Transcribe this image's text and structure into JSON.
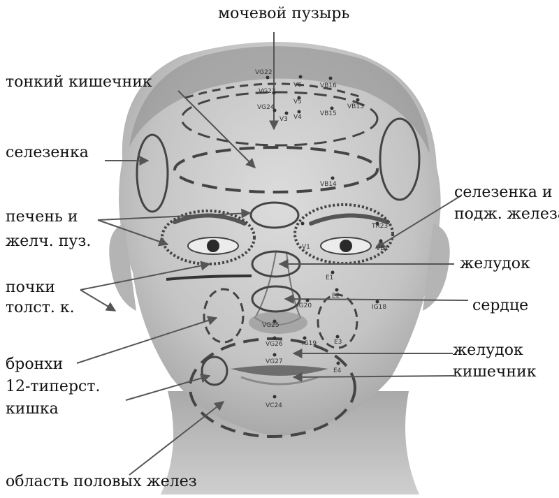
{
  "labels": {
    "bladder": "мочевой пузырь",
    "small_intestine": "тонкий кишечник",
    "spleen_left": "селезенка",
    "liver": [
      "печень и",
      "желч. пуз."
    ],
    "kidneys": [
      "почки",
      "толст. к."
    ],
    "bronchi": [
      "бронхи",
      "12-типерст.",
      "кишка"
    ],
    "genital": "область половых желез",
    "spleen_pancreas": [
      "селезенка и",
      "подж. железа"
    ],
    "stomach": "желудок",
    "heart": "сердце",
    "stomach_intestine": [
      "желудок",
      "кишечник"
    ]
  },
  "points": {
    "vg22": "VG22",
    "v6": "V6",
    "vb16": "VB16",
    "vg23": "VG23",
    "v5": "V5",
    "vb13": "VB13",
    "vg24": "VG24",
    "v3": "V3",
    "v4": "V4",
    "vb15": "VB15",
    "vb14": "VB14",
    "tr23": "TR23",
    "v1": "V1",
    "vb1": "VB1",
    "e1": "E1",
    "e2": "E2",
    "ig20": "IG20",
    "ig18": "IG18",
    "vg25": "VG25",
    "vg26": "VG26",
    "ig19": "IG19",
    "e3": "E3",
    "vg27": "VG27",
    "e4": "E4",
    "vc24": "VC24"
  }
}
